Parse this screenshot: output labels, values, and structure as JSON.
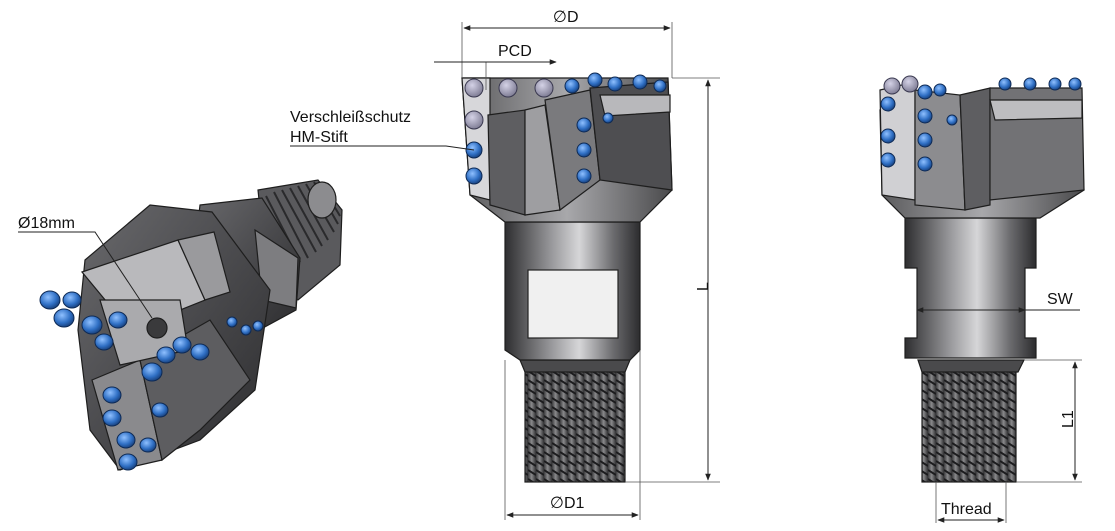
{
  "labels": {
    "diameter_18": "Ø18mm",
    "pcd": "PCD",
    "verschleiss": "Verschleißschutz",
    "hm_stift": "HM-Stift",
    "phi_d": "∅D",
    "phi_d1": "∅D1",
    "length_l": "L",
    "length_l1": "L1",
    "sw": "SW",
    "thread": "Thread"
  },
  "colors": {
    "steel_dark": "#3a3a3c",
    "steel_mid": "#6b6b6e",
    "steel_light": "#cfcfd2",
    "cutter_blue": "#2f6fc4",
    "carbide_grey": "#9a98b0"
  }
}
